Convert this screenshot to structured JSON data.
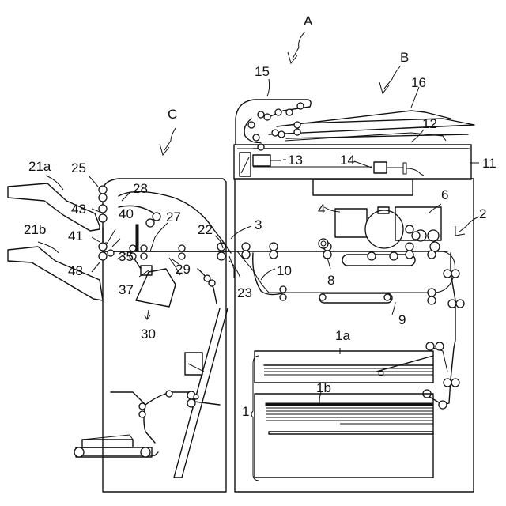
{
  "labels": {
    "A": "A",
    "B": "B",
    "C": "C",
    "n1": "1",
    "n1a": "1a",
    "n1b": "1b",
    "n2": "2",
    "n3": "3",
    "n4": "4",
    "n6": "6",
    "n8": "8",
    "n9": "9",
    "n10": "10",
    "n11": "11",
    "n12": "12",
    "n13": "13",
    "n14": "14",
    "n15": "15",
    "n16": "16",
    "n21a": "21a",
    "n21b": "21b",
    "n22": "22",
    "n23": "23",
    "n25": "25",
    "n27": "27",
    "n28": "28",
    "n29": "29",
    "n30": "30",
    "n35": "35",
    "n37": "37",
    "n40": "40",
    "n41": "41",
    "n43": "43",
    "n48": "48"
  }
}
